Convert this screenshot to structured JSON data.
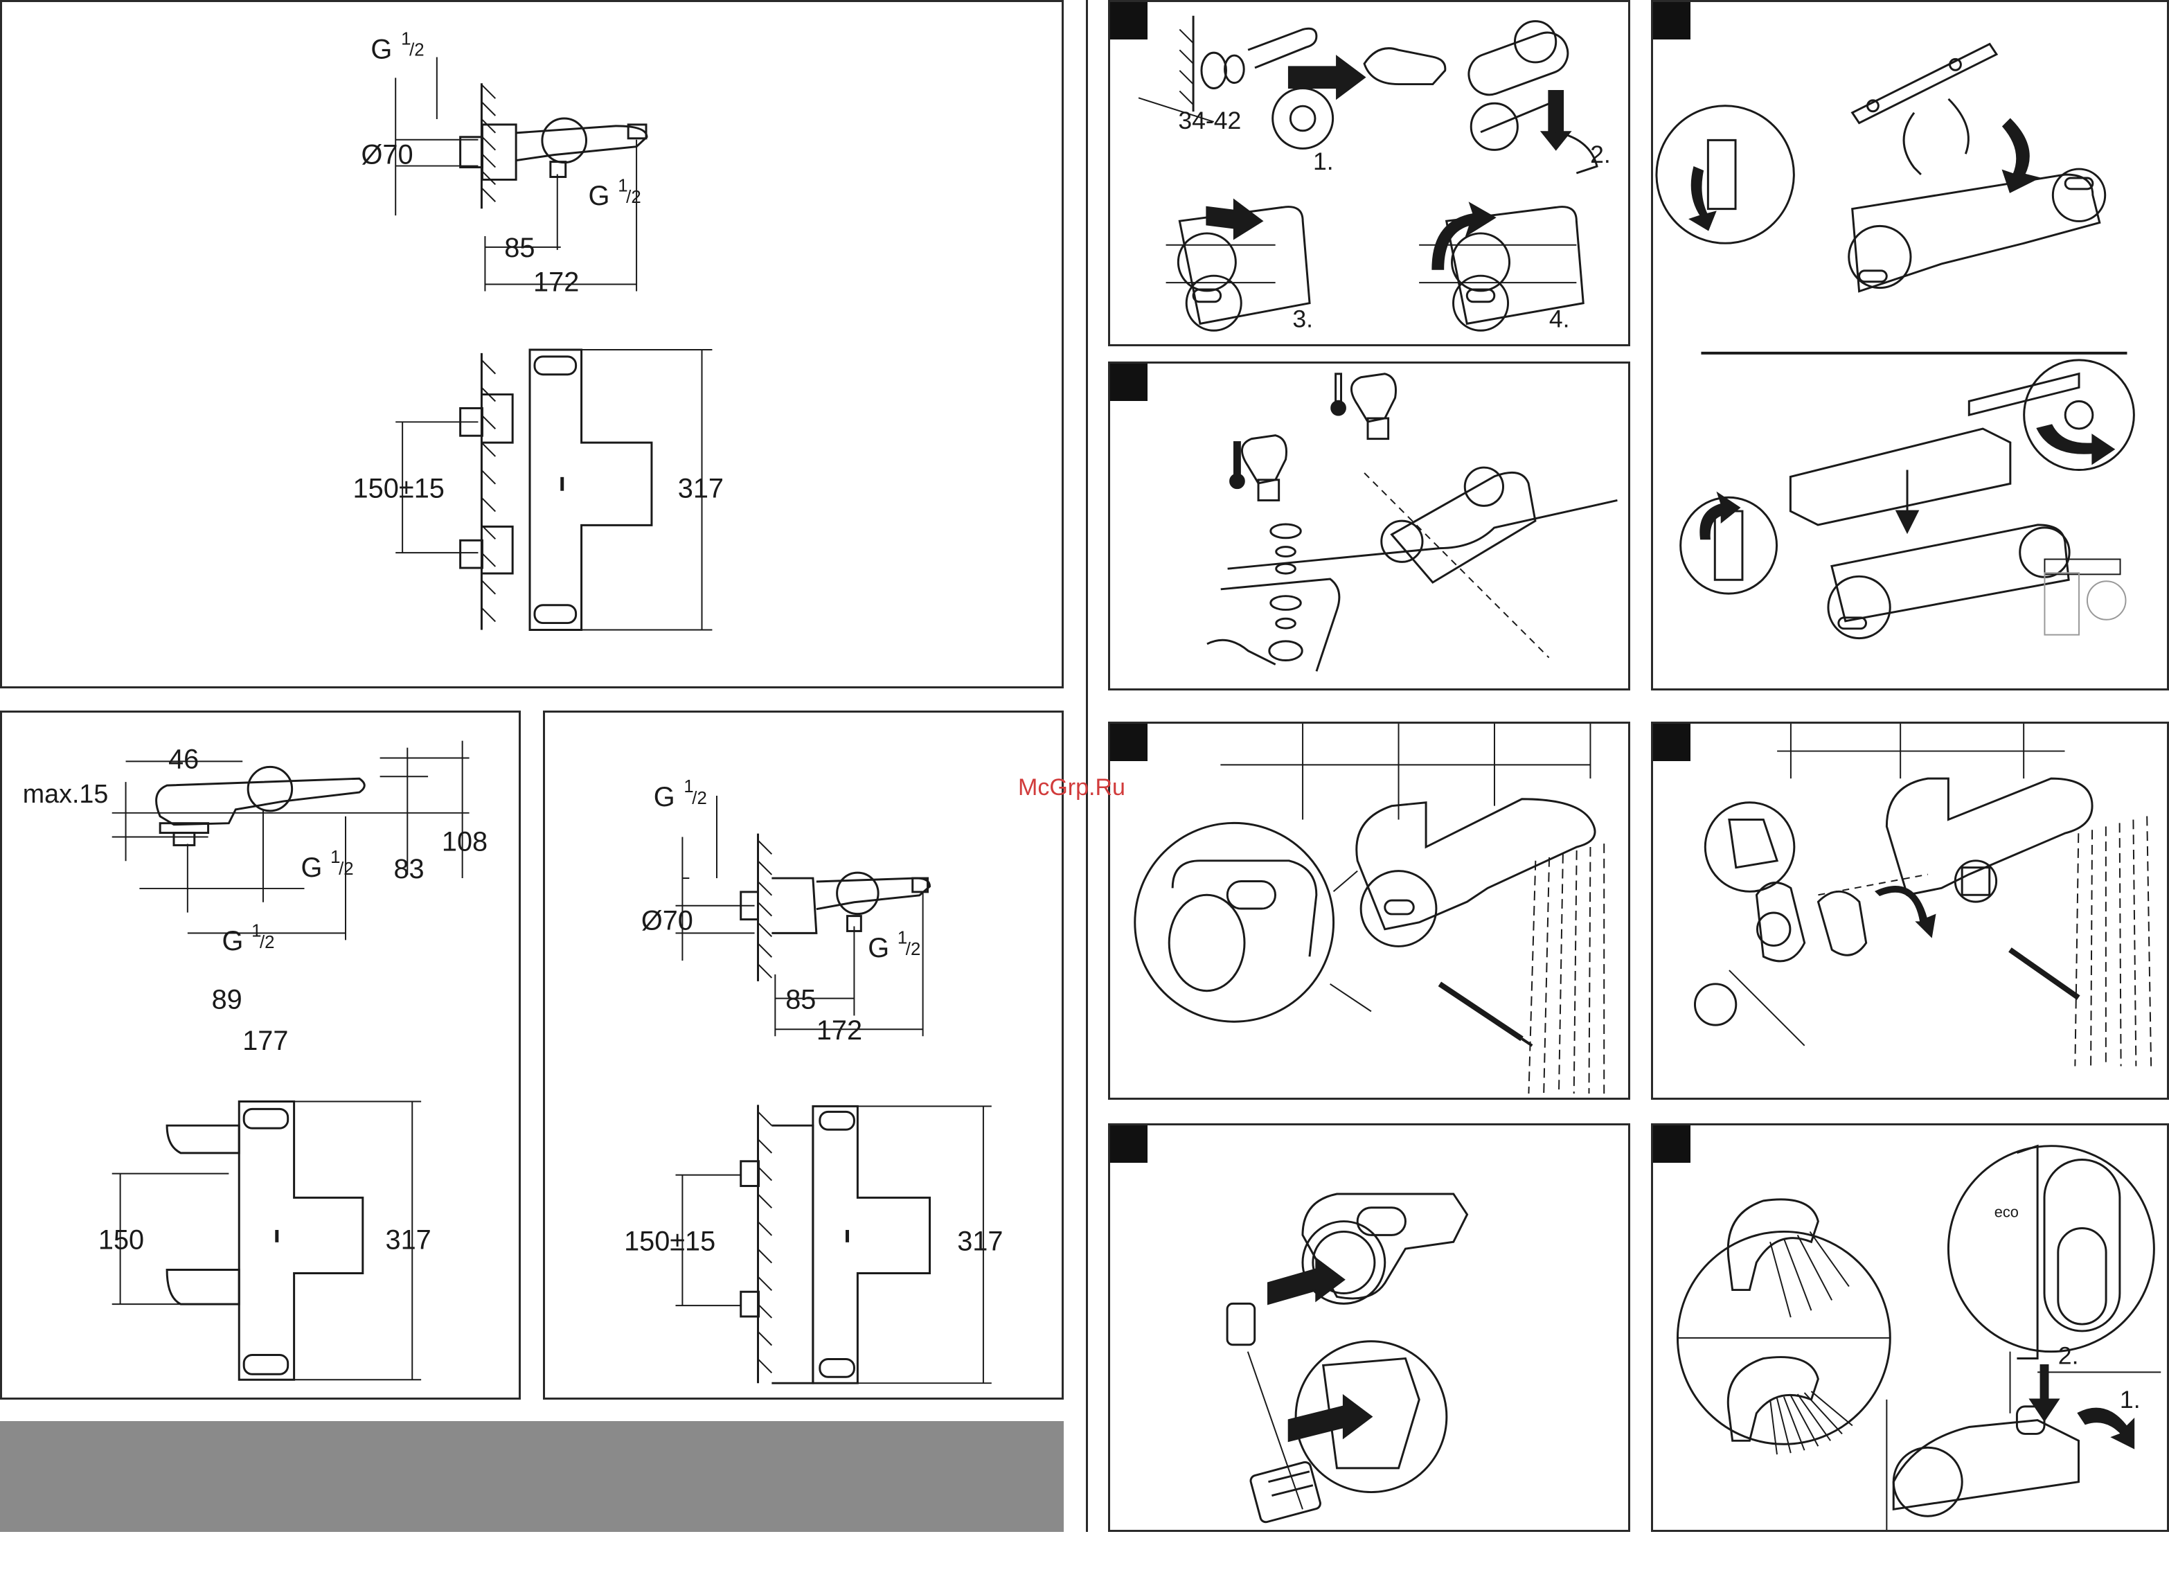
{
  "watermark": "McGrp.Ru",
  "panel_top_left": {
    "thread_top": "G",
    "thread_top_sup": "1",
    "thread_top_sub": "/2",
    "diameter": "Ø70",
    "thread_bottom": "G",
    "thread_bottom_sup": "1",
    "thread_bottom_sub": "/2",
    "dim_85": "85",
    "dim_172": "172",
    "dim_center": "150±15",
    "dim_height": "317"
  },
  "panel_bottom_left": {
    "dim_46": "46",
    "dim_max": "max.15",
    "thread_a": "G",
    "thread_a_sup": "1",
    "thread_a_sub": "/2",
    "thread_b": "G",
    "thread_b_sup": "1",
    "thread_b_sub": "/2",
    "dim_83": "83",
    "dim_108": "108",
    "dim_89": "89",
    "dim_177": "177",
    "dim_150": "150",
    "dim_317": "317"
  },
  "panel_bottom_mid": {
    "thread_top": "G",
    "thread_top_sup": "1",
    "thread_top_sub": "/2",
    "diameter": "Ø70",
    "thread_bottom": "G",
    "thread_bottom_sup": "1",
    "thread_bottom_sub": "/2",
    "dim_85": "85",
    "dim_172": "172",
    "dim_center": "150±15",
    "dim_317": "317"
  },
  "step_install": {
    "dim": "34-42",
    "s1": "1.",
    "s2": "2.",
    "s3": "3.",
    "s4": "4."
  },
  "step_final": {
    "s1": "1.",
    "s2": "2.",
    "eco": "eco"
  }
}
